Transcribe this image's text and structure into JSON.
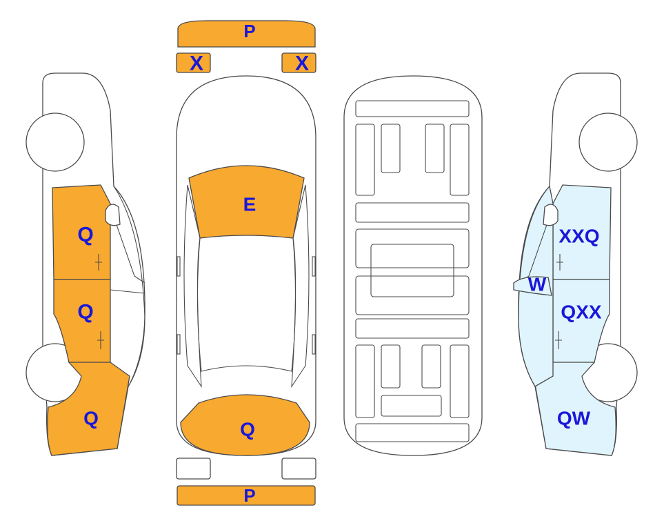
{
  "colors": {
    "damaged": "#f8a930",
    "highlighted": "#dff4fc",
    "label_text": "#1a17d9",
    "outline": "#4a4a4a"
  },
  "labels": {
    "front_bumper": "P",
    "headlight_left": "X",
    "headlight_right": "X",
    "hood": "E",
    "trunk": "Q",
    "rear_bumper": "P",
    "left_front_door": "Q",
    "left_rear_door": "Q",
    "left_rear_quarter": "Q",
    "right_front_door": "XXQ",
    "right_mirror": "W",
    "right_rear_door": "QXX",
    "right_rear_quarter": "QW"
  }
}
